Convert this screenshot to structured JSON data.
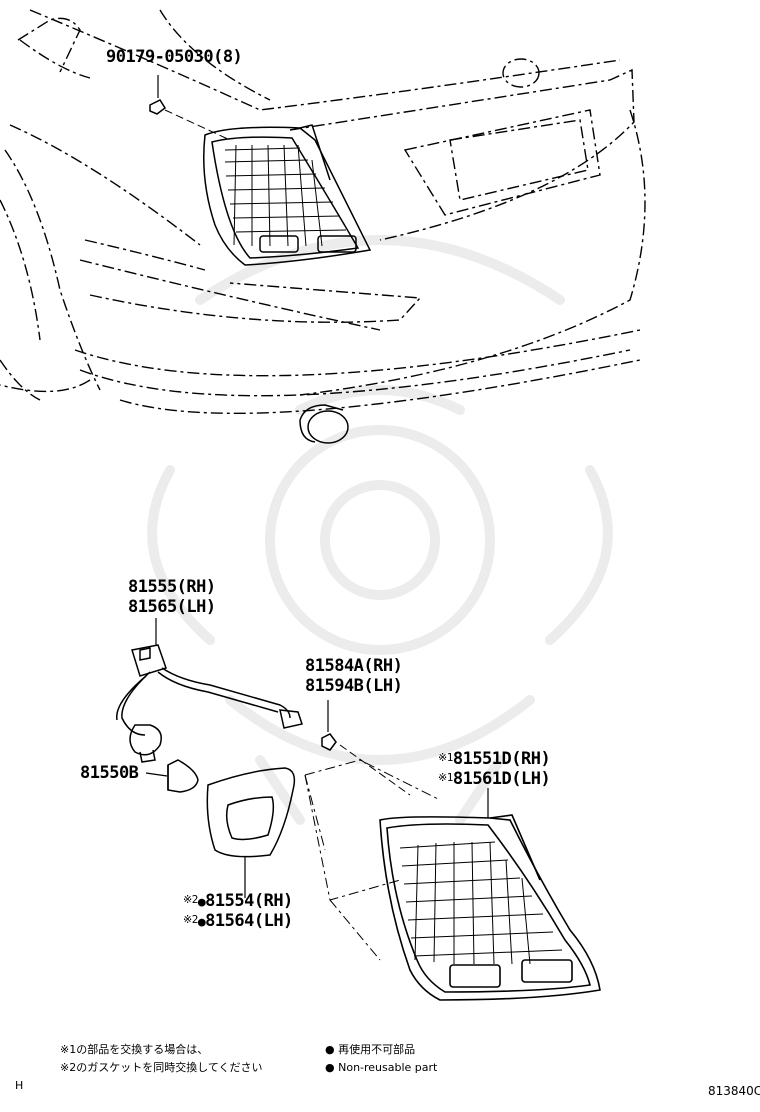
{
  "labels": {
    "bolt": "90179-05030(8)",
    "socket_rh": "81555(RH)",
    "socket_lh": "81565(LH)",
    "nut_rh": "81584A(RH)",
    "nut_lh": "81594B(LH)",
    "lens_rh": "81551D(RH)",
    "lens_lh": "81561D(LH)",
    "bulb": "81550B",
    "gasket_rh": "81554(RH)",
    "gasket_lh": "81564(LH)"
  },
  "marks": {
    "ref1": "※1",
    "ref2": "※2",
    "dot": "●"
  },
  "notes": {
    "jp_line1": "※1の部品を交換する場合は、",
    "jp_line2": "※2のガスケットを同時交換してください",
    "legend_jp": "再使用不可部品",
    "legend_en": "Non-reusable part",
    "corner_mark": "H",
    "figure_id": "813840C"
  },
  "colors": {
    "line": "#000000",
    "watermark": "#ececec",
    "background": "#ffffff"
  }
}
